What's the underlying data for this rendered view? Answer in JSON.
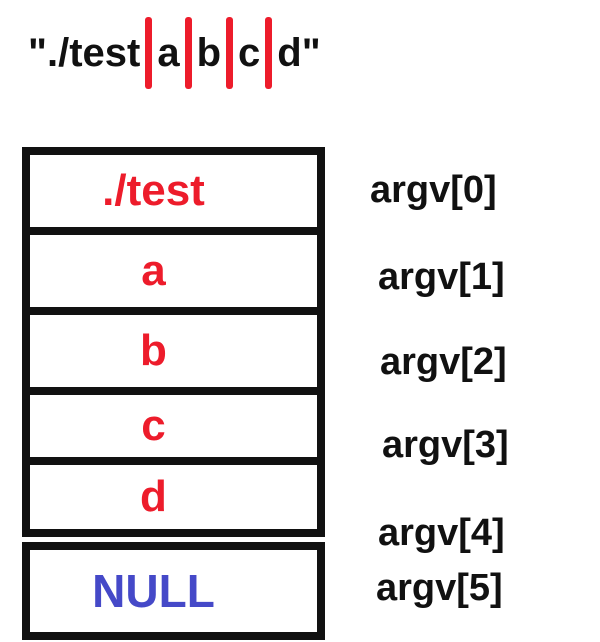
{
  "command_string": {
    "segments": [
      "\"./test",
      "a",
      "b",
      "c",
      "d\""
    ],
    "separator_icon": "red-vertical-bar"
  },
  "argv_array": {
    "cells": [
      {
        "value": "./test",
        "label": "argv[0]"
      },
      {
        "value": "a",
        "label": "argv[1]"
      },
      {
        "value": "b",
        "label": "argv[2]"
      },
      {
        "value": "c",
        "label": "argv[3]"
      },
      {
        "value": "d",
        "label": "argv[4]"
      },
      {
        "value": "NULL",
        "label": "argv[5]"
      }
    ]
  },
  "colors": {
    "argument_red": "#ed1c2b",
    "null_blue": "#4549c8",
    "text_black": "#111111",
    "background": "#ffffff"
  }
}
